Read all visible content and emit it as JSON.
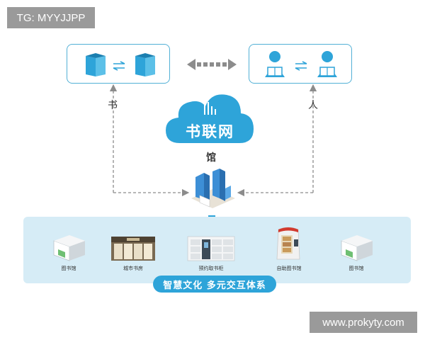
{
  "watermark_top": "TG: MYYJJPP",
  "watermark_bottom": "www.prokyty.com",
  "left_panel": {
    "icons": [
      "book-icon",
      "swap-arrows-icon",
      "book-icon"
    ]
  },
  "right_panel": {
    "icons": [
      "reader-icon",
      "swap-arrows-icon",
      "reader-icon"
    ]
  },
  "left_label": "书",
  "right_label": "人",
  "cloud_label": "书联网",
  "hub_label": "馆",
  "venues": [
    {
      "label": "图书馆",
      "icon": "library-building-icon"
    },
    {
      "label": "城市书房",
      "icon": "city-bookroom-icon"
    },
    {
      "label": "预约取书柜",
      "icon": "book-locker-icon"
    },
    {
      "label": "自助图书馆",
      "icon": "self-service-kiosk-icon"
    },
    {
      "label": "图书馆",
      "icon": "library-building-icon"
    }
  ],
  "slogan": "智慧文化 多元交互体系",
  "colors": {
    "accent": "#2ea4d9",
    "panel_border": "#52b0d6",
    "band": "#d6ecf6",
    "dashed": "#8c8c8c",
    "watermark_bg": "#9a9a9a"
  }
}
